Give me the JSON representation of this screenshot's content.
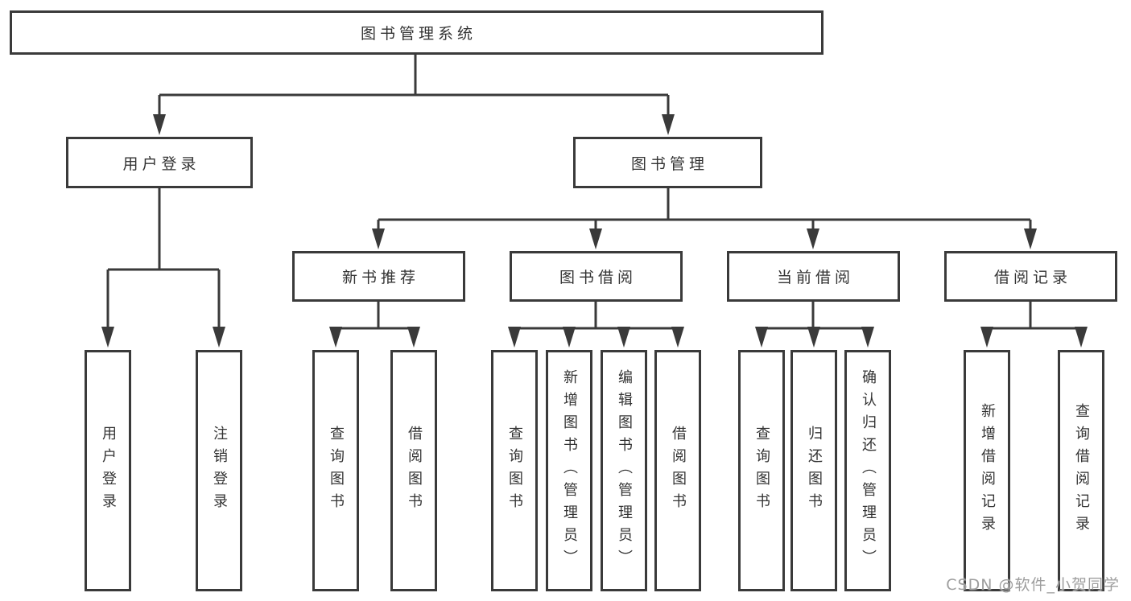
{
  "diagram": {
    "root": {
      "label": "图书管理系统"
    },
    "branches": [
      {
        "label": "用户登录",
        "children": [
          {
            "label": "用户登录"
          },
          {
            "label": "注销登录"
          }
        ]
      },
      {
        "label": "图书管理",
        "children": [
          {
            "label": "新书推荐",
            "children": [
              {
                "label": "查询图书"
              },
              {
                "label": "借阅图书"
              }
            ]
          },
          {
            "label": "图书借阅",
            "children": [
              {
                "label": "查询图书"
              },
              {
                "label": "新增图书（管理员）"
              },
              {
                "label": "编辑图书（管理员）"
              },
              {
                "label": "借阅图书"
              }
            ]
          },
          {
            "label": "当前借阅",
            "children": [
              {
                "label": "查询图书"
              },
              {
                "label": "归还图书"
              },
              {
                "label": "确认归还（管理员）"
              }
            ]
          },
          {
            "label": "借阅记录",
            "children": [
              {
                "label": "新增借阅记录"
              },
              {
                "label": "查询借阅记录"
              }
            ]
          }
        ]
      }
    ]
  },
  "watermark": {
    "text": "CSDN @软件_小贺同学"
  },
  "colors": {
    "line": "#3a3a3a",
    "box_border": "#3a3a3a",
    "box_fill": "#ffffff",
    "text": "#333333",
    "watermark": "#9e9e9e",
    "background": "#ffffff"
  }
}
